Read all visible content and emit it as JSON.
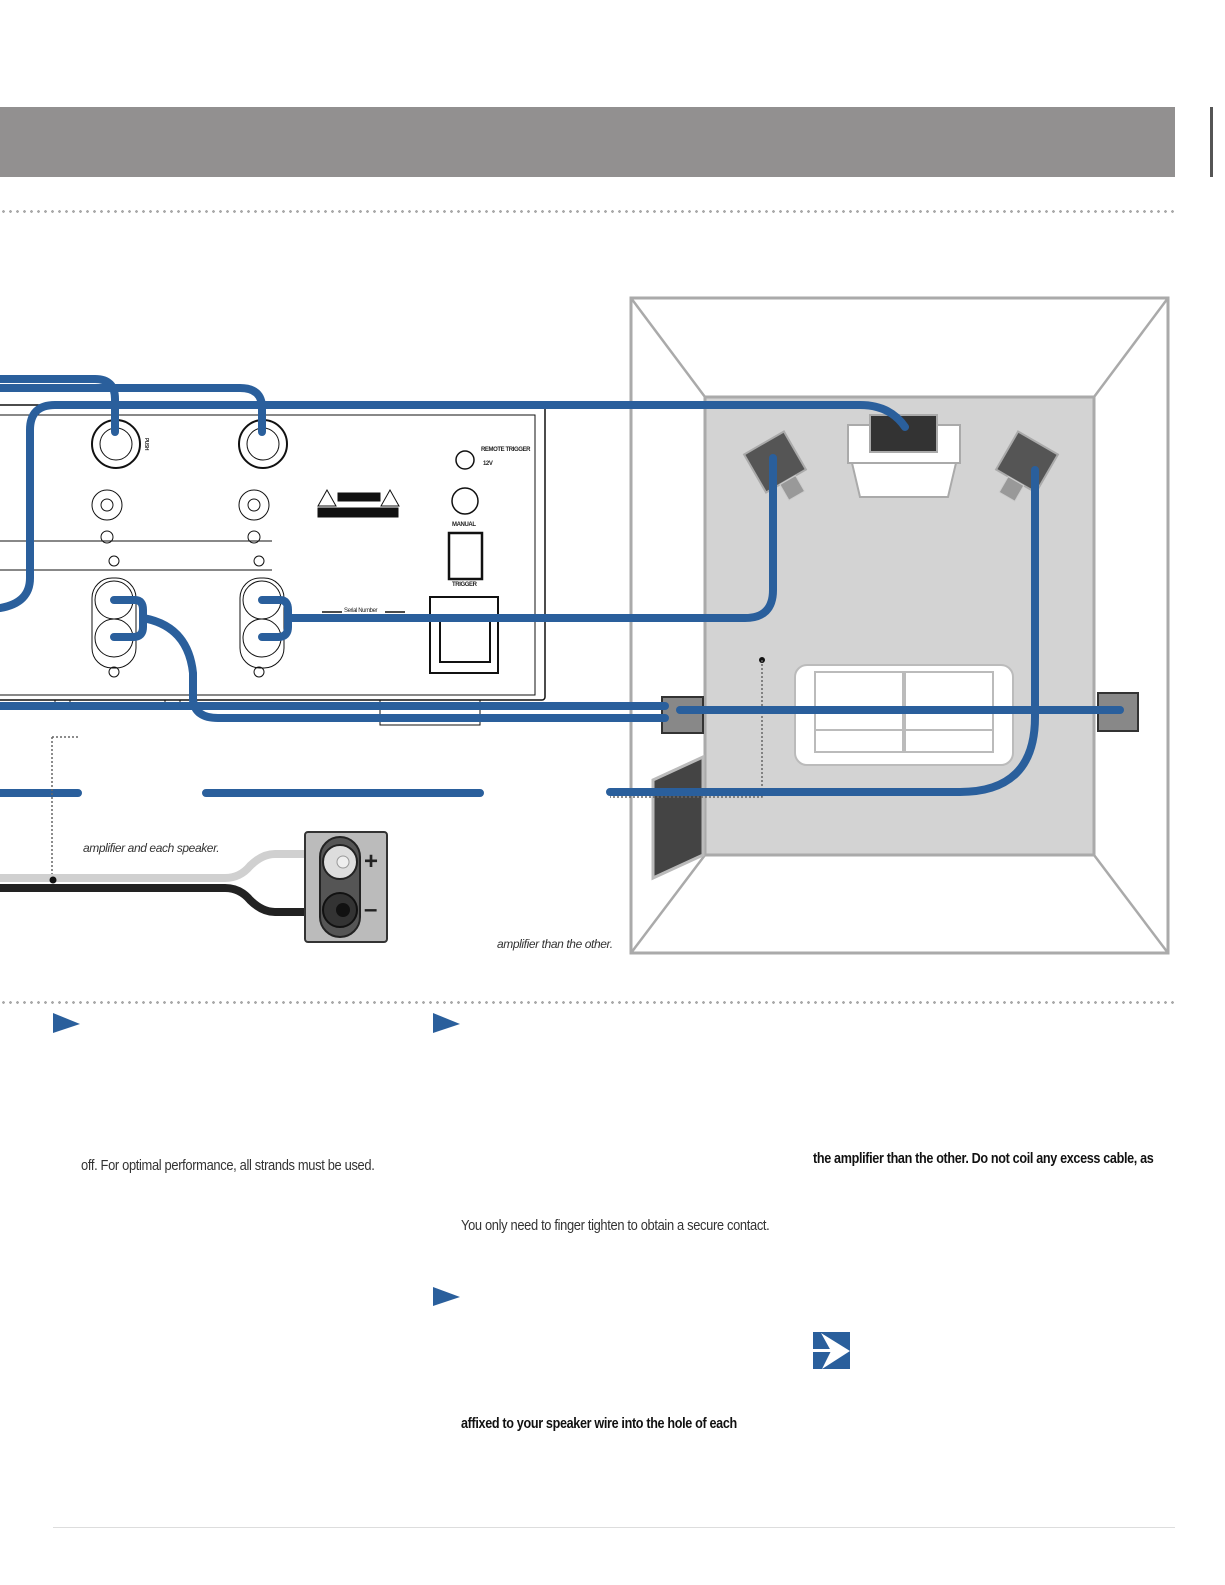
{
  "colors": {
    "accent": "#2a5f9c",
    "banner": "#929090",
    "room_floor": "#d3d3d3"
  },
  "amplifier": {
    "remote_trigger_label": "REMOTE TRIGGER",
    "remote_trigger_voltage": "12V",
    "manual_label": "MANUAL",
    "trigger_label": "TRIGGER",
    "serial_label": "Serial Number",
    "push_label": "PUSH"
  },
  "terminal": {
    "plus": "+",
    "minus": "–"
  },
  "captions": {
    "speaker_wire": "amplifier and each speaker.",
    "room": "amplifier than the other."
  },
  "body": {
    "col1_line": "off. For optimal performance, all strands must be used.",
    "col2_line1": "You only need to finger tighten to obtain a secure contact.",
    "col2_line2": "affixed to your speaker wire into the hole of each",
    "col3_line": "the amplifier than the other. Do not coil any excess cable, as"
  },
  "icons": [
    "play-triangle-icon",
    "arrow-right-icon"
  ]
}
